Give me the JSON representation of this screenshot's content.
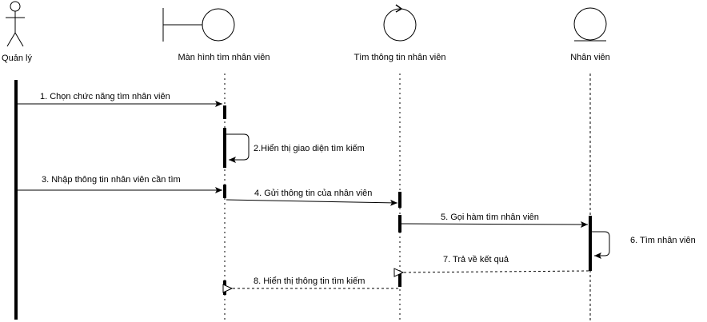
{
  "participants": {
    "actor": "Quản lý",
    "boundary": "Màn hình tìm nhân viên",
    "control": "Tìm thông tin nhân viên",
    "entity": "Nhân viên"
  },
  "messages": {
    "m1": "1. Chọn chức năng tìm nhân viên",
    "m2": "2.Hiển thị giao diện tìm kiếm",
    "m3": "3. Nhập thông tin nhân viên cần tìm",
    "m4": "4. Gửi thông tin của nhân viên",
    "m5": "5. Gọi hàm tìm nhân viên",
    "m6": "6. Tìm nhân viên",
    "m7": "7. Trả về kết quả",
    "m8": "8. Hiển thị thông tin tìm kiếm"
  }
}
